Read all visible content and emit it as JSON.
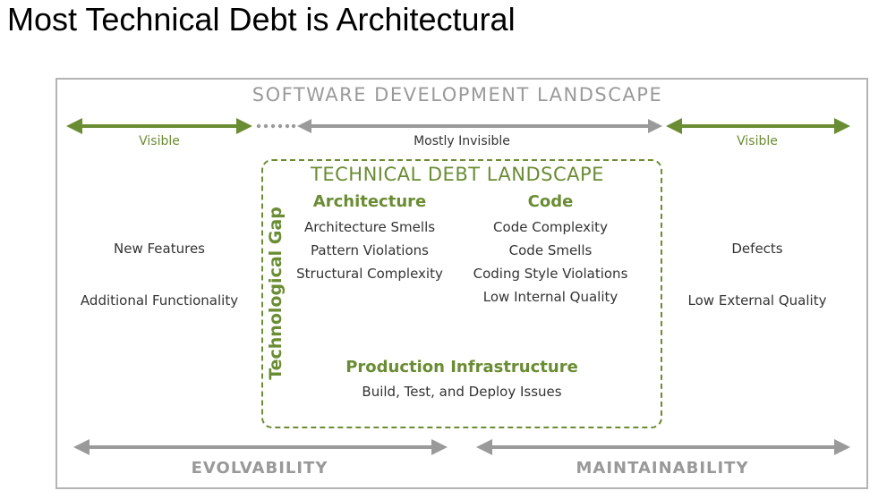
{
  "title": "Most Technical Debt is Architectural",
  "landscape_title": "SOFTWARE DEVELOPMENT LANDSCAPE",
  "top_labels": {
    "left": "Visible",
    "middle": "Mostly Invisible",
    "right": "Visible"
  },
  "left_items": [
    "New Features",
    "Additional Functionality"
  ],
  "right_items": [
    "Defects",
    "Low External Quality"
  ],
  "technical_debt": {
    "title": "TECHNICAL DEBT LANDSCAPE",
    "gap_label": "Technological Gap",
    "architecture": {
      "heading": "Architecture",
      "items": [
        "Architecture Smells",
        "Pattern Violations",
        "Structural Complexity"
      ]
    },
    "code": {
      "heading": "Code",
      "items": [
        "Code Complexity",
        "Code Smells",
        "Coding Style Violations",
        "Low Internal Quality"
      ]
    },
    "infrastructure": {
      "heading": "Production Infrastructure",
      "item": "Build, Test, and Deploy Issues"
    }
  },
  "bottom_labels": {
    "left": "EVOLVABILITY",
    "right": "MAINTAINABILITY"
  },
  "colors": {
    "green": "#6a8c33",
    "grey_arrow": "#9a9a9a",
    "frame": "#b3b3b3"
  }
}
